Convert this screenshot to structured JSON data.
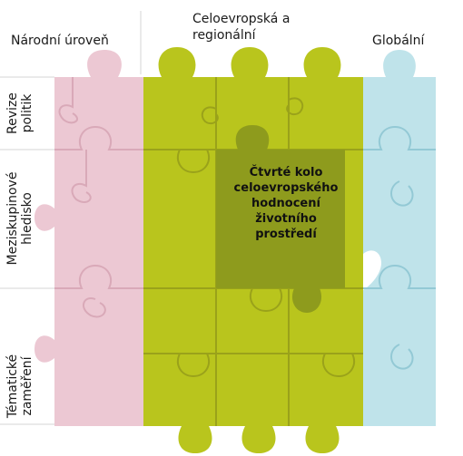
{
  "columns": {
    "national": "Národní úroveň",
    "regional_line1": "Celoevropská a",
    "regional_line2": "regionální",
    "global": "Globální"
  },
  "rows": {
    "policy_line1": "Revize",
    "policy_line2": "politik",
    "cross_line1": "Meziskupinové",
    "cross_line2": "hledisko",
    "thematic_line1": "Tématické",
    "thematic_line2": "zaměření"
  },
  "center": {
    "line1": "Čtvrté kolo",
    "line2": "celoevropského",
    "line3": "hodnocení",
    "line4": "životního",
    "line5": "prostředí"
  },
  "colors": {
    "pink": "#ecc8d3",
    "green": "#b9c51d",
    "dark_green": "#8e9b1d",
    "blue": "#bfe3ea",
    "piece_line": "#9aa21a"
  }
}
